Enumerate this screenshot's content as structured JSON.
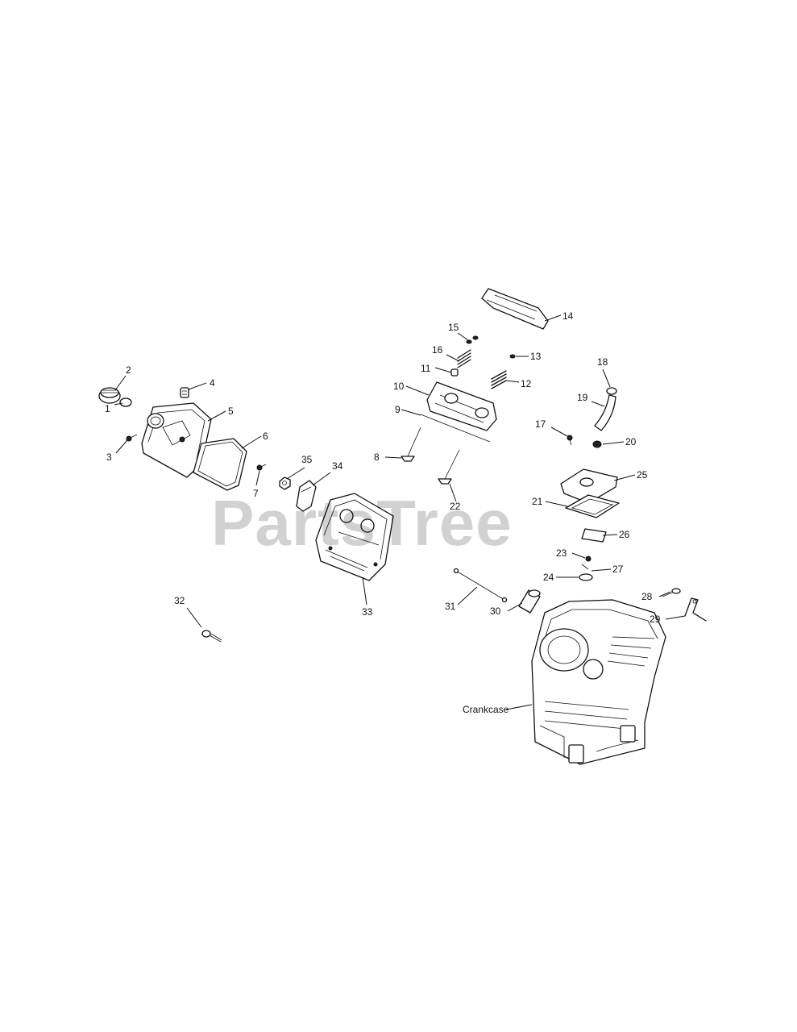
{
  "watermark": "PartsTree",
  "callouts": {
    "c1": "1",
    "c2": "2",
    "c3": "3",
    "c4": "4",
    "c5": "5",
    "c6": "6",
    "c7": "7",
    "c8": "8",
    "c9": "9",
    "c10": "10",
    "c11": "11",
    "c12": "12",
    "c13": "13",
    "c14": "14",
    "c15": "15",
    "c16": "16",
    "c17": "17",
    "c18": "18",
    "c19": "19",
    "c20": "20",
    "c21": "21",
    "c22": "22",
    "c23": "23",
    "c24": "24",
    "c25": "25",
    "c26": "26",
    "c27": "27",
    "c28": "28",
    "c29": "29",
    "c30": "30",
    "c31": "31",
    "c32": "32",
    "c33": "33",
    "c34": "34",
    "c35": "35",
    "crankcase": "Crankcase"
  }
}
